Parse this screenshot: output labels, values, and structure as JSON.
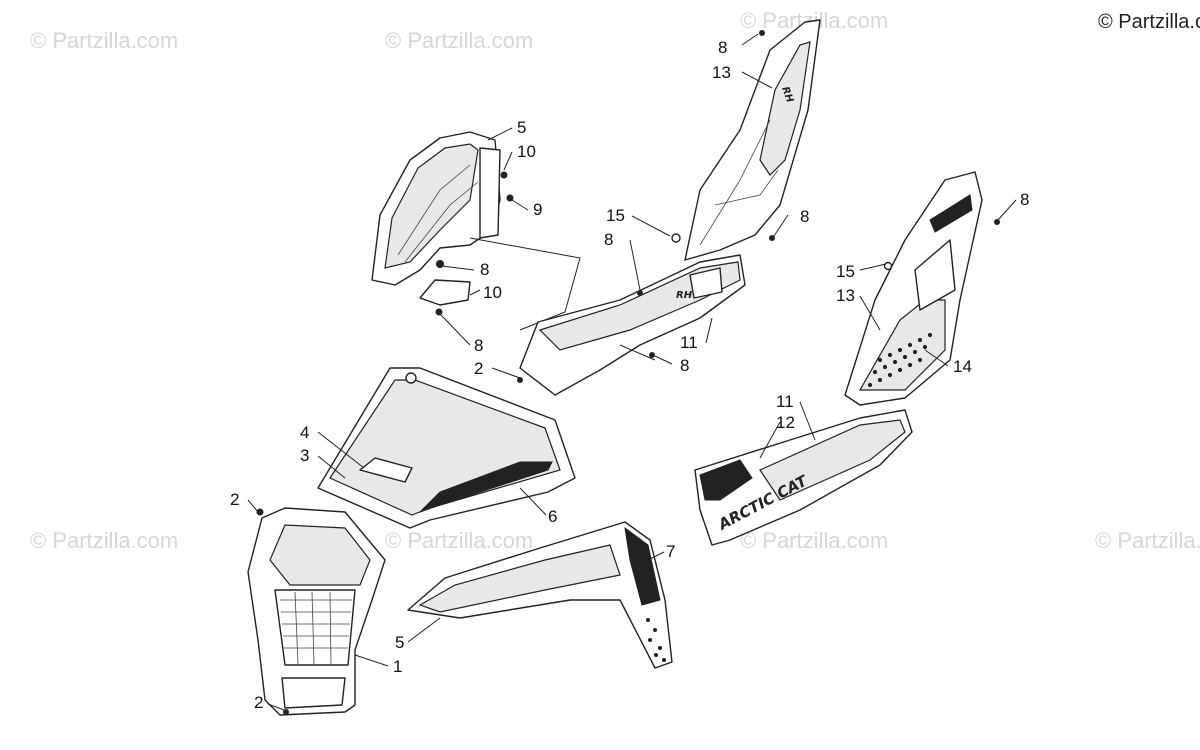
{
  "copyright": "© Partzilla.com",
  "watermark_text": "© Partzilla.com",
  "decal_text": {
    "arctic_cat": "ARCTIC CAT",
    "rh_upper": "RH",
    "rh_lower": "RH"
  },
  "callouts": {
    "c8_top": "8",
    "c13_top": "13",
    "c5_top": "5",
    "c10_top": "10",
    "c9": "9",
    "c15_mid": "15",
    "c8_mid_a": "8",
    "c8_mid_b": "8",
    "c8_left_a": "8",
    "c10_left": "10",
    "c8_left_b": "8",
    "c2_mid": "2",
    "c11_mid": "11",
    "c8_mid_c": "8",
    "c8_right": "8",
    "c15_right": "15",
    "c13_right": "13",
    "c14": "14",
    "c11_right": "11",
    "c12": "12",
    "c4": "4",
    "c3": "3",
    "c6": "6",
    "c2_left": "2",
    "c7": "7",
    "c5_low": "5",
    "c1": "1",
    "c2_low": "2"
  },
  "colors": {
    "line": "#222222",
    "watermark": "#d6d6d6",
    "background": "#ffffff"
  }
}
